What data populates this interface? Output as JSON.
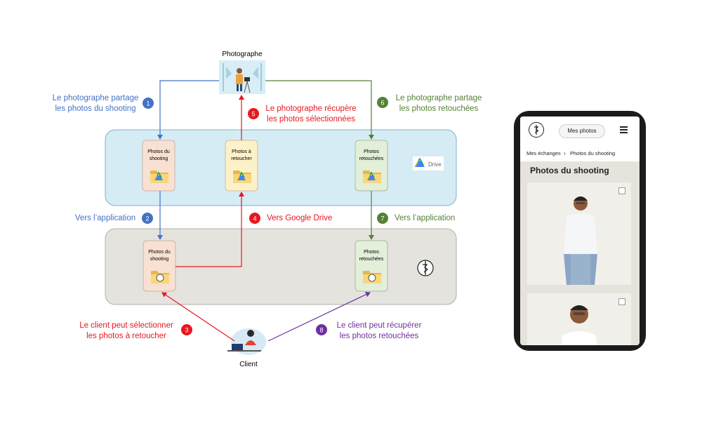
{
  "diagram": {
    "photographer_label": "Photographe",
    "client_label": "Client",
    "drive_badge": "Drive",
    "drive_folders": {
      "shooting": [
        "Photos du",
        "shooting"
      ],
      "a_retoucher": [
        "Photos à",
        "retoucher"
      ],
      "retouchees": [
        "Photos",
        "retouchées"
      ]
    },
    "app_folders": {
      "shooting": [
        "Photos du",
        "shooting"
      ],
      "retouchees": [
        "Photos",
        "retouchées"
      ]
    },
    "steps": [
      {
        "num": "1",
        "lines": [
          "Le photographe partage",
          "les photos du shooting"
        ],
        "color": "#4472c4"
      },
      {
        "num": "2",
        "lines": [
          "Vers l’application"
        ],
        "color": "#4472c4"
      },
      {
        "num": "3",
        "lines": [
          "Le client peut sélectionner",
          "les photos à retoucher"
        ],
        "color": "#e8171f"
      },
      {
        "num": "4",
        "lines": [
          "Vers Google Drive"
        ],
        "color": "#e8171f"
      },
      {
        "num": "5",
        "lines": [
          "Le photographe récupère",
          "les photos sélectionnées"
        ],
        "color": "#e8171f"
      },
      {
        "num": "6",
        "lines": [
          "Le photographe partage",
          "les photos retouchées"
        ],
        "color": "#548235"
      },
      {
        "num": "7",
        "lines": [
          "Vers l’application"
        ],
        "color": "#548235"
      },
      {
        "num": "8",
        "lines": [
          "Le client peut récupérer",
          "les photos retouchées"
        ],
        "color": "#7030a0"
      }
    ],
    "colors": {
      "drive_box": "#d6ecf5",
      "app_box": "#e5e3dd",
      "blue": "#4472c4",
      "red": "#e8171f",
      "green": "#548235",
      "purple": "#7030a0"
    }
  },
  "phone": {
    "menu_button": "Mes photos",
    "breadcrumb_root": "Mes échanges",
    "breadcrumb_current": "Photos du shooting",
    "page_title": "Photos du shooting",
    "logo_icon": "app-logo-icon",
    "menu_icon": "hamburger-icon"
  }
}
